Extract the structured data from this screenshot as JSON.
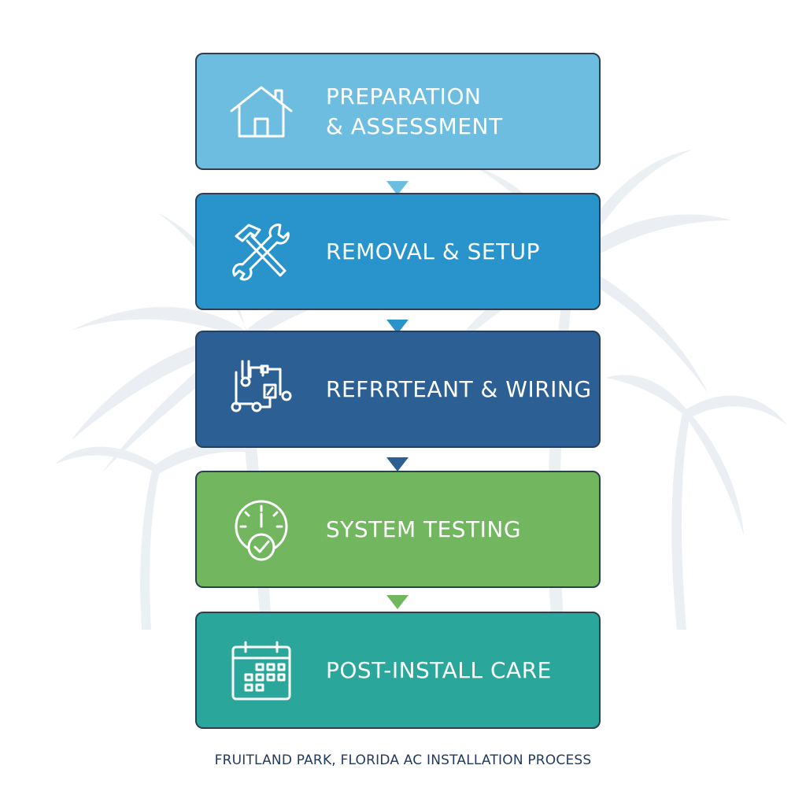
{
  "steps": [
    {
      "label": "PREPARATION\n& ASSESSMENT",
      "icon": "house-icon",
      "color": "#6dbde1"
    },
    {
      "label": "REMOVAL & SETUP",
      "icon": "hammer-wrench-icon",
      "color": "#2994cc"
    },
    {
      "label": "REFRRTEANT & WIRING",
      "icon": "circuit-icon",
      "color": "#2c5f93"
    },
    {
      "label": "SYSTEM TESTING",
      "icon": "gauge-check-icon",
      "color": "#72b65f"
    },
    {
      "label": "POST-INSTALL CARE",
      "icon": "calendar-icon",
      "color": "#2aa79a"
    }
  ],
  "caption": "FRUITLAND PARK, FLORIDA AC INSTALLATION PROCESS"
}
